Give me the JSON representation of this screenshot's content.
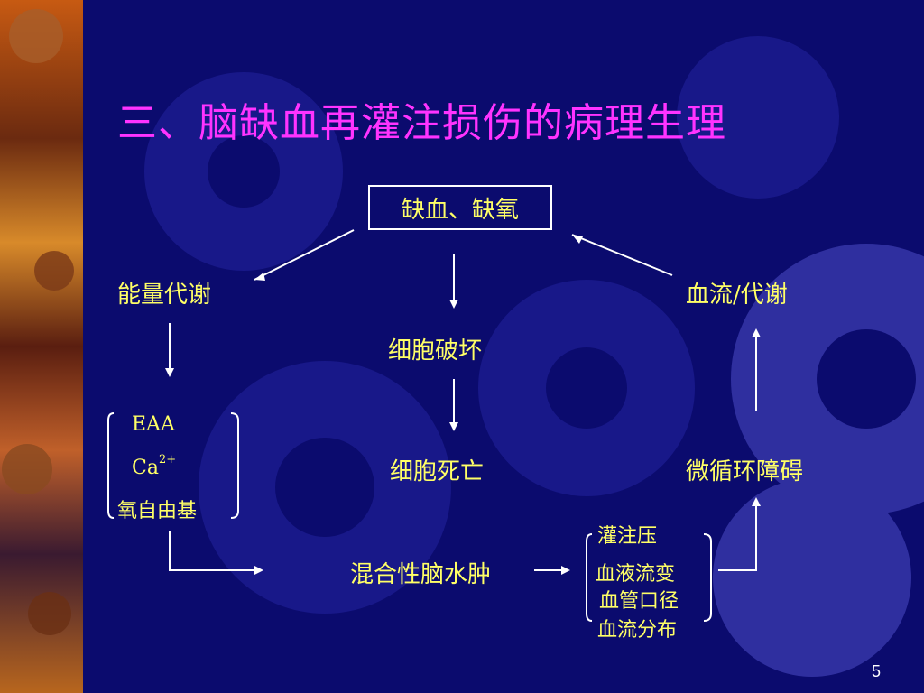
{
  "slide": {
    "title": "三、脑缺血再灌注损伤的病理生理",
    "page_number": "5"
  },
  "nodes": {
    "top_box": "缺血、缺氧",
    "energy": "能量代谢",
    "bloodflow": "血流/代谢",
    "cell_damage": "细胞破坏",
    "cell_death": "细胞死亡",
    "microcirc": "微循环障碍",
    "edema": "混合性脑水肿",
    "left_group": {
      "item1": "EAA",
      "item2_base": "Ca",
      "item2_sup": "2+",
      "item3": "氧自由基"
    },
    "right_group": {
      "item1": "灌注压",
      "item2": "血液流变",
      "item3": "血管口径",
      "item4": "血流分布"
    }
  },
  "colors": {
    "background": "#0b0b6e",
    "title": "#ff33ff",
    "text": "#ffff66",
    "lines": "#ffffff"
  }
}
